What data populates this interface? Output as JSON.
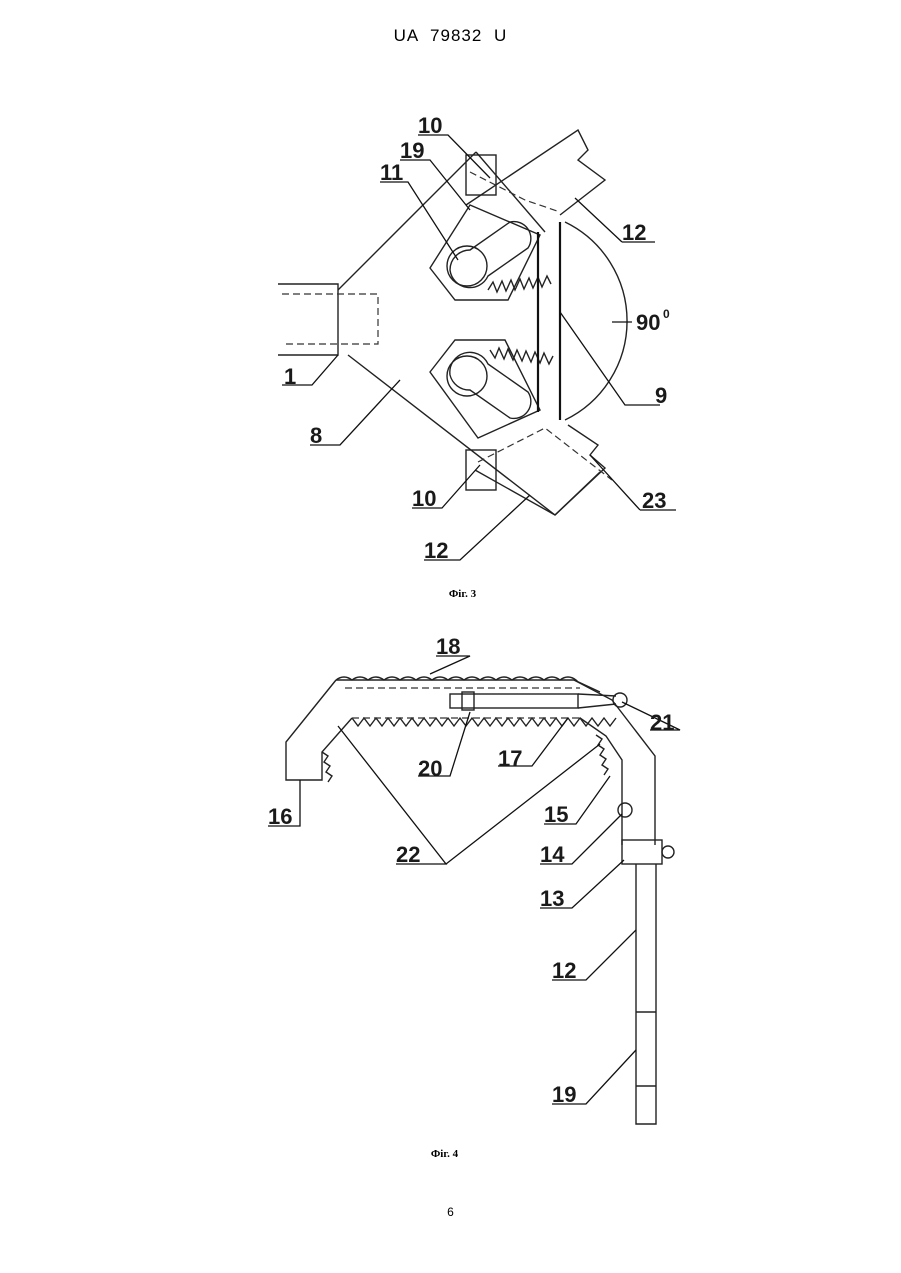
{
  "header": {
    "document_id": "UA 79832 U"
  },
  "figure3": {
    "caption": "Фіг. 3",
    "labels": {
      "l10a": "10",
      "l19": "19",
      "l11": "11",
      "l12a": "12",
      "l90": "90",
      "l90sup": "0",
      "l1": "1",
      "l9": "9",
      "l8": "8",
      "l10b": "10",
      "l23": "23",
      "l12b": "12"
    }
  },
  "figure4": {
    "caption": "Фіг. 4",
    "labels": {
      "l18": "18",
      "l21": "21",
      "l20": "20",
      "l17": "17",
      "l16": "16",
      "l15": "15",
      "l22": "22",
      "l14": "14",
      "l13": "13",
      "l12": "12",
      "l19": "19"
    }
  },
  "footer": {
    "page_number": "6"
  }
}
